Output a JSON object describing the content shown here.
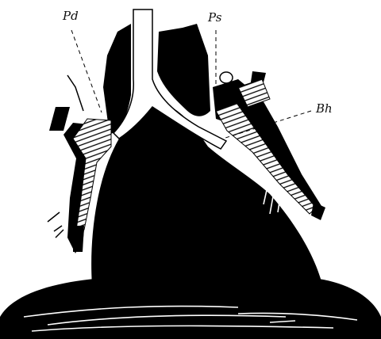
{
  "labels": {
    "pd": "Pd",
    "ps": "Ps",
    "bh": "Bh"
  },
  "colors": {
    "ink": "#000000",
    "paper": "#ffffff"
  }
}
